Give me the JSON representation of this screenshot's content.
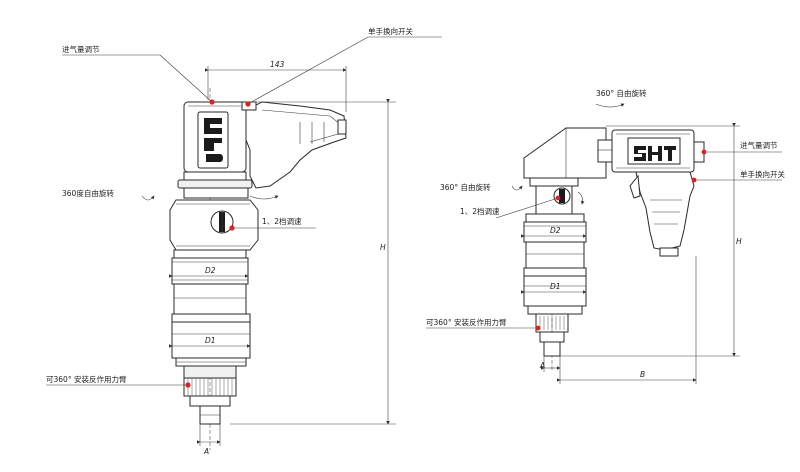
{
  "left_view": {
    "labels": {
      "air_adjust": "进气量调节",
      "reverse_switch": "单手换向开关",
      "rotate_360": "360度自由旋转",
      "speed_select": "1、2档调速",
      "reaction_arm": "可360° 安装反作用力臂"
    },
    "dims": {
      "width": "143",
      "height": "H",
      "d2": "D2",
      "d1": "D1",
      "a": "A"
    },
    "logo": "SHT"
  },
  "right_view": {
    "labels": {
      "rotate_360_top": "360° 自由旋转",
      "rotate_360_left": "360° 自由旋转",
      "speed_select": "1、2档调速",
      "air_adjust": "进气量调节",
      "reverse_switch": "单手换向开关",
      "reaction_arm": "可360° 安装反作用力臂"
    },
    "dims": {
      "height": "H",
      "d2": "D2",
      "d1": "D1",
      "a": "A",
      "b": "B"
    },
    "logo": "SHT"
  },
  "colors": {
    "marker": "#e02020",
    "line": "#2a2a2a"
  }
}
